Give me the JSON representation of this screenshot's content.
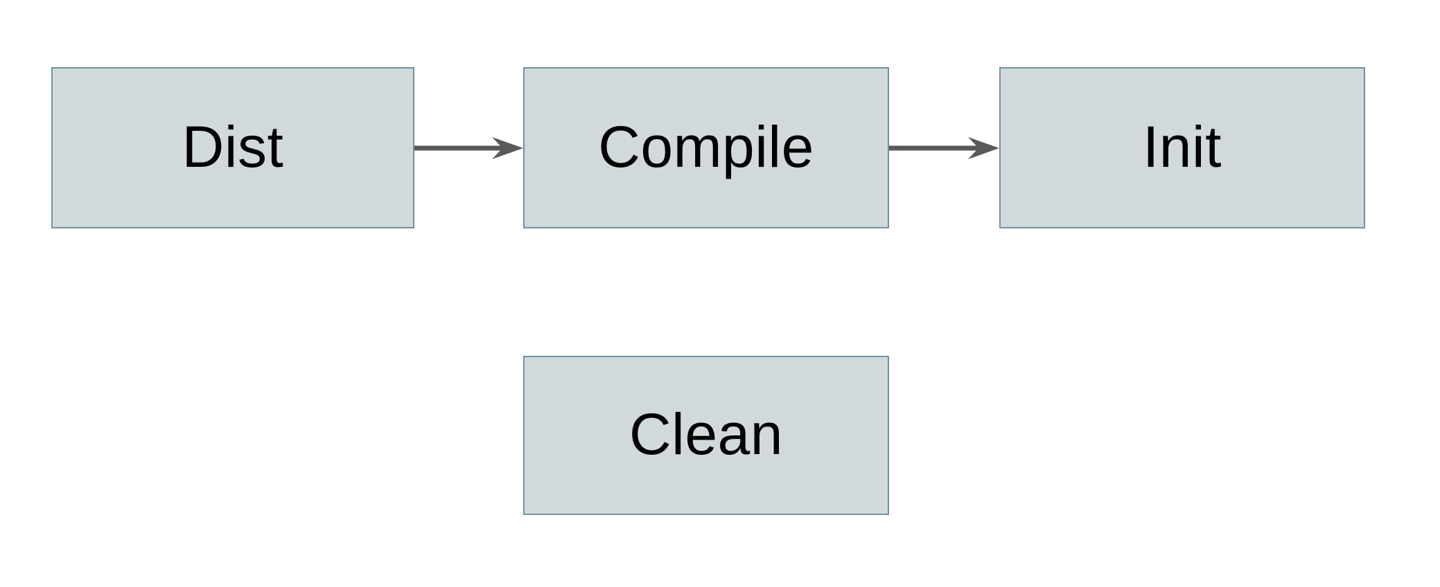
{
  "diagram": {
    "type": "flowchart",
    "nodes": [
      {
        "id": "dist",
        "label": "Dist"
      },
      {
        "id": "compile",
        "label": "Compile"
      },
      {
        "id": "init",
        "label": "Init"
      },
      {
        "id": "clean",
        "label": "Clean"
      }
    ],
    "edges": [
      {
        "from": "dist",
        "to": "compile",
        "direction": "right"
      },
      {
        "from": "compile",
        "to": "init",
        "direction": "right"
      }
    ]
  },
  "colors": {
    "background": "#ffffff",
    "node_fill": "#d2d9dc",
    "node_border": "#72909e",
    "arrow": "#595959",
    "text": "#000000"
  }
}
